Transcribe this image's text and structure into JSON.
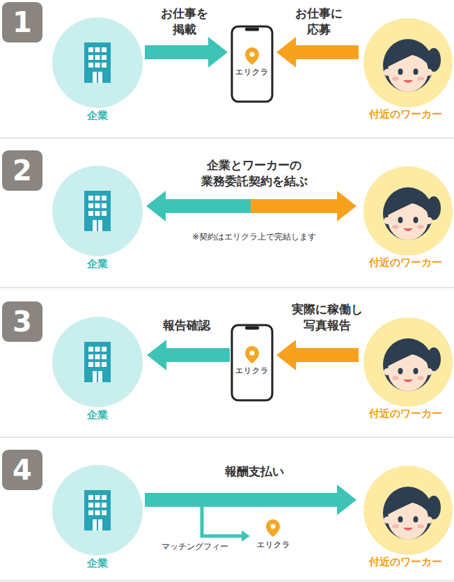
{
  "diagram": {
    "nodes": [
      {
        "text": [
          "1"
        ]
      },
      {
        "text": [
          "企業"
        ]
      },
      {
        "text": [
          "エリクラ"
        ]
      },
      {
        "text": [
          "付近のワーカー"
        ]
      },
      {
        "text": [
          "2"
        ]
      },
      {
        "text": [
          "企業"
        ]
      },
      {
        "text": [
          "付近のワーカー"
        ]
      },
      {
        "text": [
          "3"
        ]
      },
      {
        "text": [
          "企業"
        ]
      },
      {
        "text": [
          "エリクラ"
        ]
      },
      {
        "text": [
          "付近のワーカー"
        ]
      },
      {
        "text": [
          "4"
        ]
      },
      {
        "text": [
          "企業"
        ]
      },
      {
        "text": [
          "エリクラ"
        ]
      },
      {
        "text": [
          "付近のワーカー"
        ]
      }
    ],
    "edges": [
      {
        "from": 1,
        "to": 2,
        "label": "お仕事を 掲載",
        "arrow": "to"
      },
      {
        "from": 3,
        "to": 2,
        "label": "お仕事に 応募",
        "arrow": "to"
      },
      {
        "from": 5,
        "to": 6,
        "label": "企業とワーカーの 業務委託契約を結ぶ",
        "arrow": "both"
      },
      {
        "from": 9,
        "to": 8,
        "label": "報告確認",
        "arrow": "to"
      },
      {
        "from": 10,
        "to": 9,
        "label": "実際に稼働し 写真報告",
        "arrow": "to"
      },
      {
        "from": 12,
        "to": 14,
        "label": "報酬支払い",
        "arrow": "to"
      },
      {
        "from": 12,
        "to": 13,
        "label": "マッチングフィー",
        "arrow": "to"
      }
    ],
    "labels": [
      "※契約はエリクラ上で完結します"
    ]
  }
}
